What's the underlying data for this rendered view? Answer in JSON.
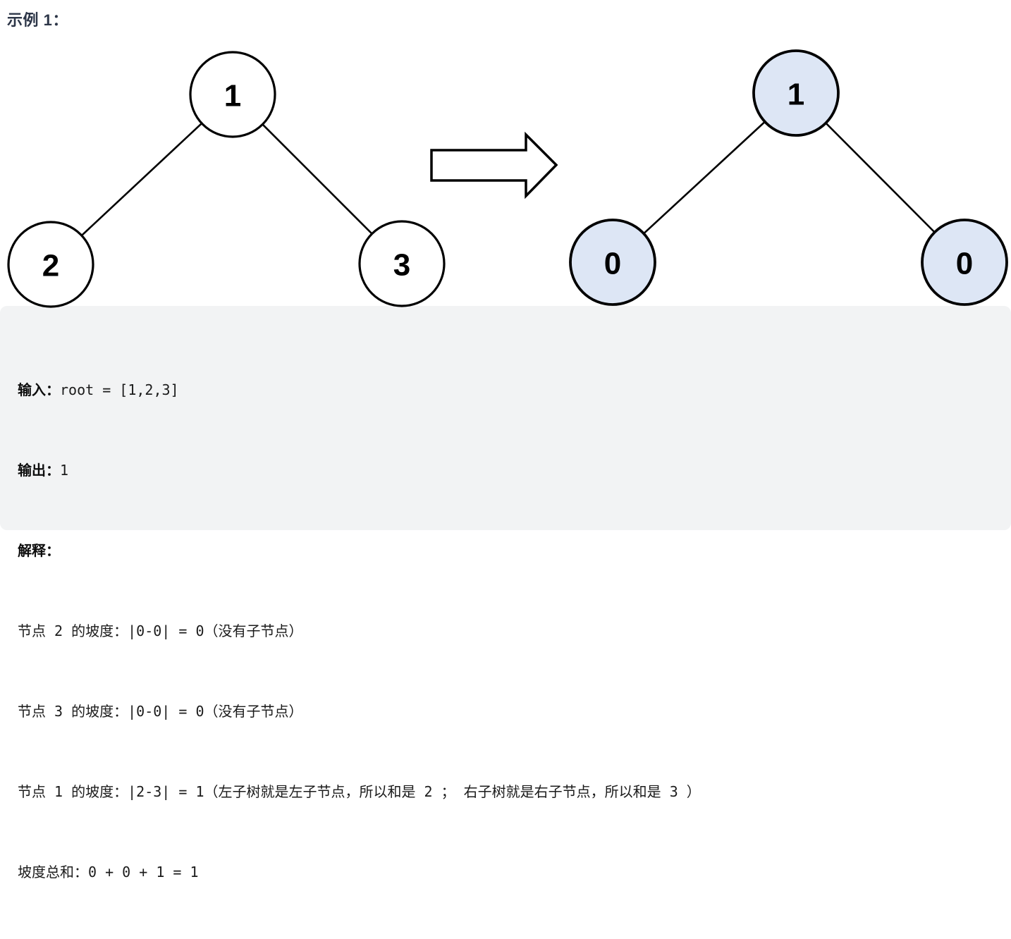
{
  "heading": {
    "text": "示例 1："
  },
  "diagram": {
    "input_tree": {
      "root": "1",
      "left_child": "2",
      "right_child": "3",
      "node_fill": "#ffffff",
      "node_stroke": "#000000"
    },
    "output_tree": {
      "root": "1",
      "left_child": "0",
      "right_child": "0",
      "node_fill": "#dde6f5",
      "node_stroke": "#000000"
    },
    "arrow_icon": "block-arrow-right"
  },
  "example": {
    "input_label": "输入：",
    "input_value": "root = [1,2,3]",
    "output_label": "输出：",
    "output_value": "1",
    "explanation_label": "解释：",
    "explanation_lines": [
      "节点 2 的坡度：|0-0| = 0（没有子节点）",
      "节点 3 的坡度：|0-0| = 0（没有子节点）",
      "节点 1 的坡度：|2-3| = 1（左子树就是左子节点，所以和是 2 ； 右子树就是右子节点，所以和是 3 ）",
      "坡度总和：0 + 0 + 1 = 1"
    ]
  },
  "colors": {
    "code_block_bg": "#f2f3f4",
    "output_node_fill": "#dde6f5",
    "heading_text": "#2d3648",
    "body_text": "#1b1b1b"
  }
}
